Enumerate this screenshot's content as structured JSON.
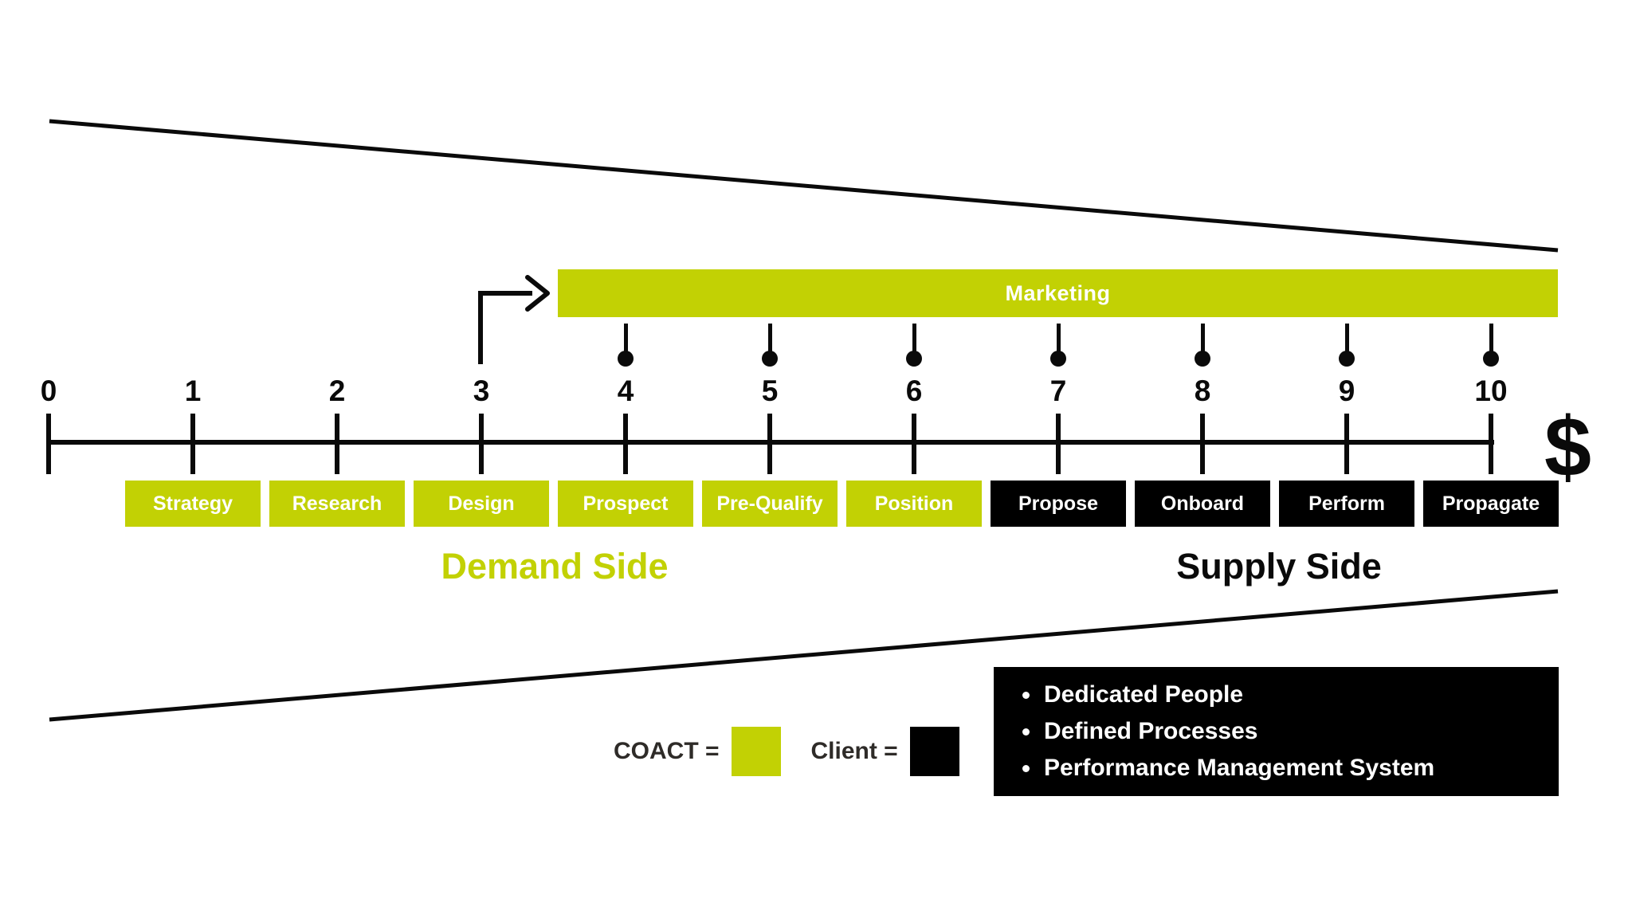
{
  "marketing": {
    "label": "Marketing",
    "drop_ticks": [
      4,
      5,
      6,
      7,
      8,
      9,
      10
    ]
  },
  "timeline": {
    "tick_labels": [
      "0",
      "1",
      "2",
      "3",
      "4",
      "5",
      "6",
      "7",
      "8",
      "9",
      "10"
    ],
    "dollar_sign": "$"
  },
  "stages": [
    {
      "label": "Strategy",
      "owner": "coact"
    },
    {
      "label": "Research",
      "owner": "coact"
    },
    {
      "label": "Design",
      "owner": "coact"
    },
    {
      "label": "Prospect",
      "owner": "coact"
    },
    {
      "label": "Pre-Qualify",
      "owner": "coact"
    },
    {
      "label": "Position",
      "owner": "coact"
    },
    {
      "label": "Propose",
      "owner": "client"
    },
    {
      "label": "Onboard",
      "owner": "client"
    },
    {
      "label": "Perform",
      "owner": "client"
    },
    {
      "label": "Propagate",
      "owner": "client"
    }
  ],
  "sides": {
    "demand": "Demand Side",
    "supply": "Supply Side"
  },
  "legend": {
    "coact_label": "COACT =",
    "client_label": "Client ="
  },
  "supply_box": {
    "bullets": [
      "Dedicated People",
      "Defined Processes",
      "Performance Management System"
    ]
  },
  "colors": {
    "coact_green": "#c2d104",
    "client_black": "#000000"
  }
}
